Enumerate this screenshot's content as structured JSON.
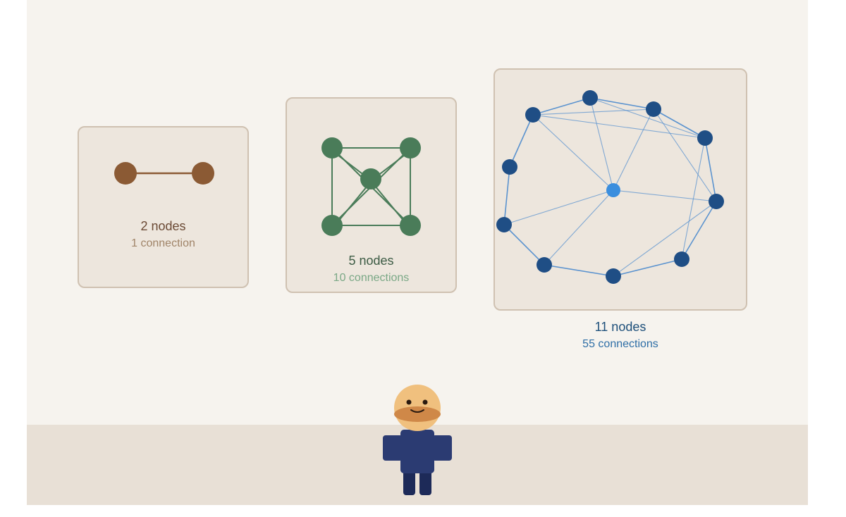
{
  "graphs": [
    {
      "nodes_label": "2 nodes",
      "connections_label": "1 connection",
      "node_color": "#8b5a34",
      "edge_color": "#8b5a34",
      "label_color": "#6b4a35",
      "sub_color": "#a08468"
    },
    {
      "nodes_label": "5 nodes",
      "connections_label": "10 connections",
      "node_color": "#4a7c59",
      "edge_color": "#4a7c59",
      "label_color": "#3d5c45",
      "sub_color": "#7aa886"
    },
    {
      "nodes_label": "11 nodes",
      "connections_label": "55 connections",
      "node_color": "#1f4e85",
      "center_color": "#3a8ede",
      "edge_color": "#5b93cf",
      "label_color": "#1d4f7a",
      "sub_color": "#2e6ea6"
    }
  ],
  "colors": {
    "background": "#f6f3ee",
    "floor": "#e8e0d6",
    "panel": "#ede6dd",
    "panel_border": "#cfc1b1",
    "person_skin": "#f0c07e",
    "person_beard": "#cf8848",
    "person_body": "#2b3b72",
    "person_legs": "#1d2a58"
  }
}
